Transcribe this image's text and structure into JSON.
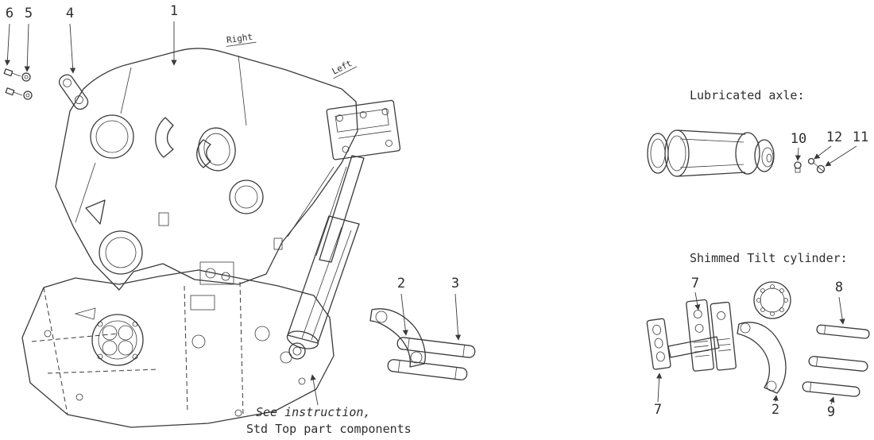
{
  "drawing": {
    "stroke_color": "#3a3a3a",
    "background_color": "#ffffff"
  },
  "labels": {
    "right": "Right",
    "left": "Left",
    "lubricated_axle": "Lubricated axle:",
    "shimmed_tilt_cylinder": "Shimmed Tilt cylinder:",
    "see_instruction": "See instruction,",
    "std_top": "Std Top part components"
  },
  "callouts": {
    "n1": "1",
    "n2_main": "2",
    "n3": "3",
    "n4": "4",
    "n5": "5",
    "n6": "6",
    "n7_top": "7",
    "n7_bottom": "7",
    "n8": "8",
    "n9": "9",
    "n10": "10",
    "n11": "11",
    "n12": "12",
    "n2_tilt": "2"
  }
}
